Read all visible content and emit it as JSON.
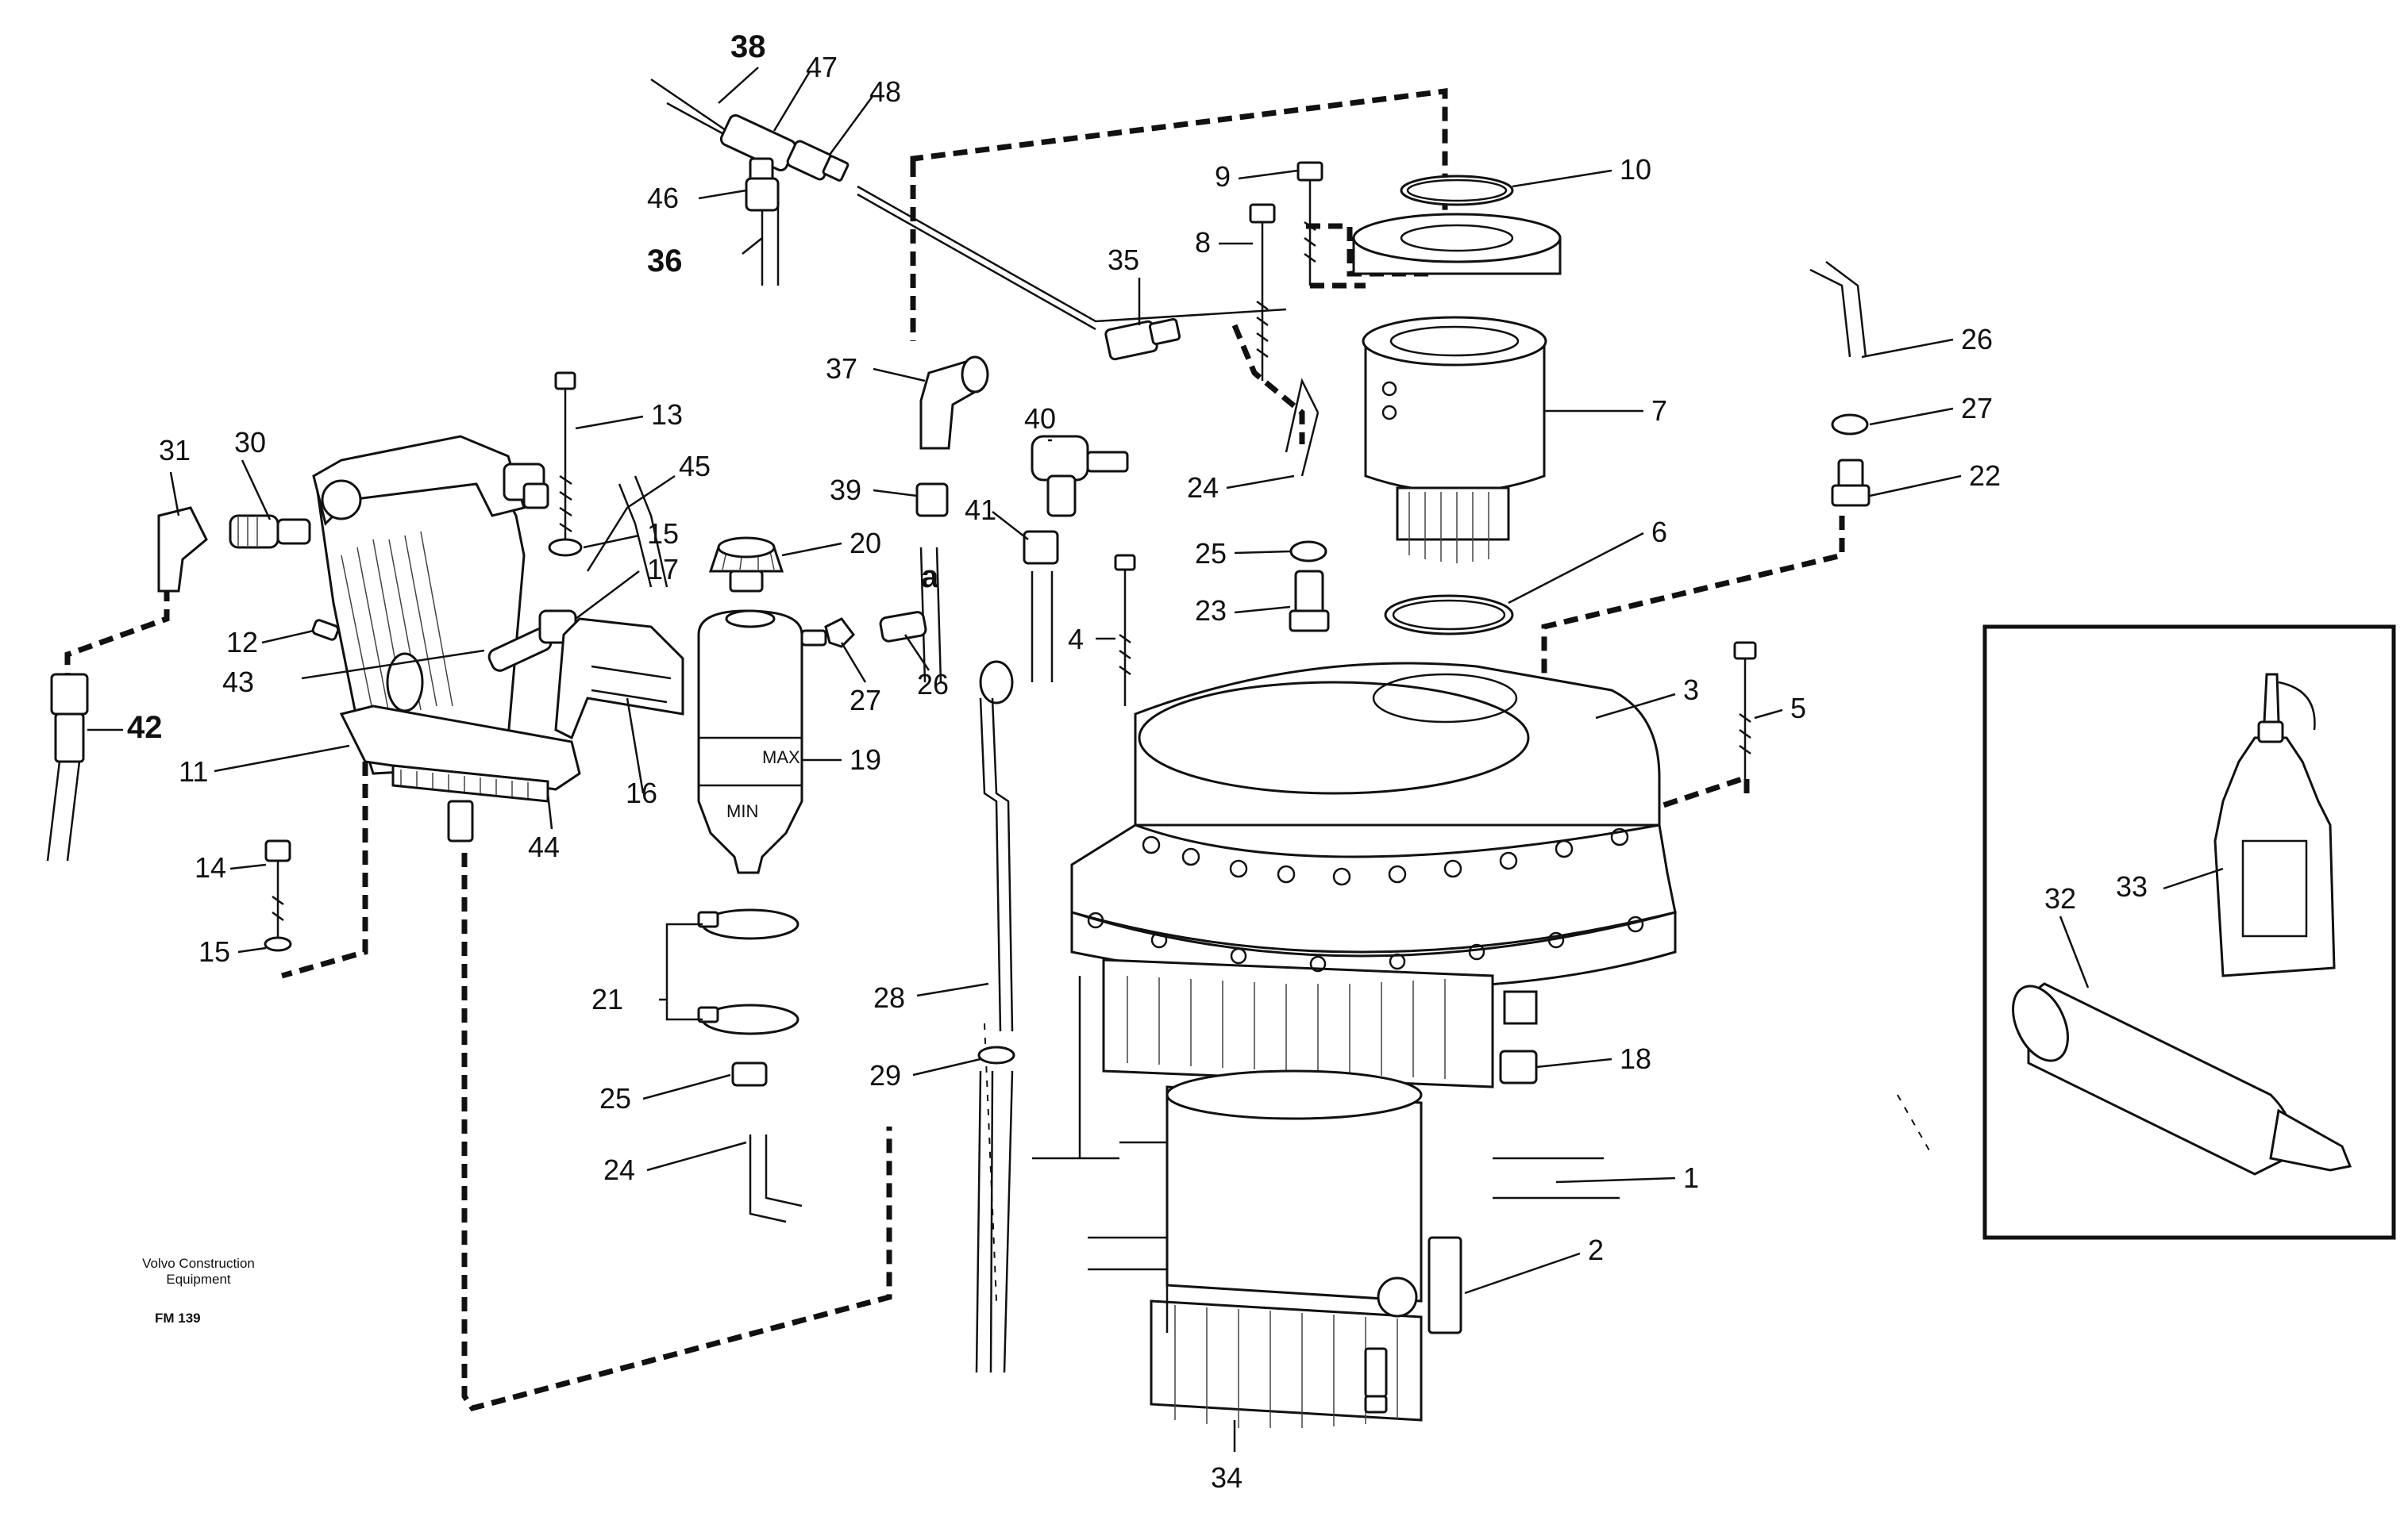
{
  "labels": [
    {
      "id": "1",
      "text": "1",
      "bold": false
    },
    {
      "id": "2",
      "text": "2",
      "bold": false
    },
    {
      "id": "3",
      "text": "3",
      "bold": false
    },
    {
      "id": "4",
      "text": "4",
      "bold": false
    },
    {
      "id": "5",
      "text": "5",
      "bold": false
    },
    {
      "id": "6",
      "text": "6",
      "bold": false
    },
    {
      "id": "7",
      "text": "7",
      "bold": false
    },
    {
      "id": "8",
      "text": "8",
      "bold": false
    },
    {
      "id": "9",
      "text": "9",
      "bold": false
    },
    {
      "id": "10",
      "text": "10",
      "bold": false
    },
    {
      "id": "11",
      "text": "11",
      "bold": false
    },
    {
      "id": "12",
      "text": "12",
      "bold": false
    },
    {
      "id": "13",
      "text": "13",
      "bold": false
    },
    {
      "id": "14",
      "text": "14",
      "bold": false
    },
    {
      "id": "15a",
      "text": "15",
      "bold": false
    },
    {
      "id": "15b",
      "text": "15",
      "bold": false
    },
    {
      "id": "16",
      "text": "16",
      "bold": false
    },
    {
      "id": "17",
      "text": "17",
      "bold": false
    },
    {
      "id": "18",
      "text": "18",
      "bold": false
    },
    {
      "id": "19",
      "text": "19",
      "bold": false
    },
    {
      "id": "20",
      "text": "20",
      "bold": false
    },
    {
      "id": "21",
      "text": "21",
      "bold": false
    },
    {
      "id": "22",
      "text": "22",
      "bold": false
    },
    {
      "id": "23",
      "text": "23",
      "bold": false
    },
    {
      "id": "24a",
      "text": "24",
      "bold": false
    },
    {
      "id": "24b",
      "text": "24",
      "bold": false
    },
    {
      "id": "25a",
      "text": "25",
      "bold": false
    },
    {
      "id": "25b",
      "text": "25",
      "bold": false
    },
    {
      "id": "26a",
      "text": "26",
      "bold": false
    },
    {
      "id": "26b",
      "text": "26",
      "bold": false
    },
    {
      "id": "27a",
      "text": "27",
      "bold": false
    },
    {
      "id": "27b",
      "text": "27",
      "bold": false
    },
    {
      "id": "28",
      "text": "28",
      "bold": false
    },
    {
      "id": "29",
      "text": "29",
      "bold": false
    },
    {
      "id": "30",
      "text": "30",
      "bold": false
    },
    {
      "id": "31",
      "text": "31",
      "bold": false
    },
    {
      "id": "32",
      "text": "32",
      "bold": false
    },
    {
      "id": "33",
      "text": "33",
      "bold": false
    },
    {
      "id": "34",
      "text": "34",
      "bold": false
    },
    {
      "id": "35",
      "text": "35",
      "bold": false
    },
    {
      "id": "36",
      "text": "36",
      "bold": true
    },
    {
      "id": "37",
      "text": "37",
      "bold": false
    },
    {
      "id": "38",
      "text": "38",
      "bold": true
    },
    {
      "id": "39",
      "text": "39",
      "bold": false
    },
    {
      "id": "40",
      "text": "40",
      "bold": false
    },
    {
      "id": "41",
      "text": "41",
      "bold": false
    },
    {
      "id": "42",
      "text": "42",
      "bold": true
    },
    {
      "id": "43",
      "text": "43",
      "bold": false
    },
    {
      "id": "44",
      "text": "44",
      "bold": false
    },
    {
      "id": "45",
      "text": "45",
      "bold": false
    },
    {
      "id": "46",
      "text": "46",
      "bold": false
    },
    {
      "id": "47",
      "text": "47",
      "bold": false
    },
    {
      "id": "48",
      "text": "48",
      "bold": false
    },
    {
      "id": "a",
      "text": "a",
      "bold": true
    }
  ],
  "tank_marks": {
    "max": "MAX",
    "min": "MIN"
  },
  "footer": {
    "company_line1": "Volvo Construction",
    "company_line2": "Equipment",
    "code": "FM 139"
  }
}
